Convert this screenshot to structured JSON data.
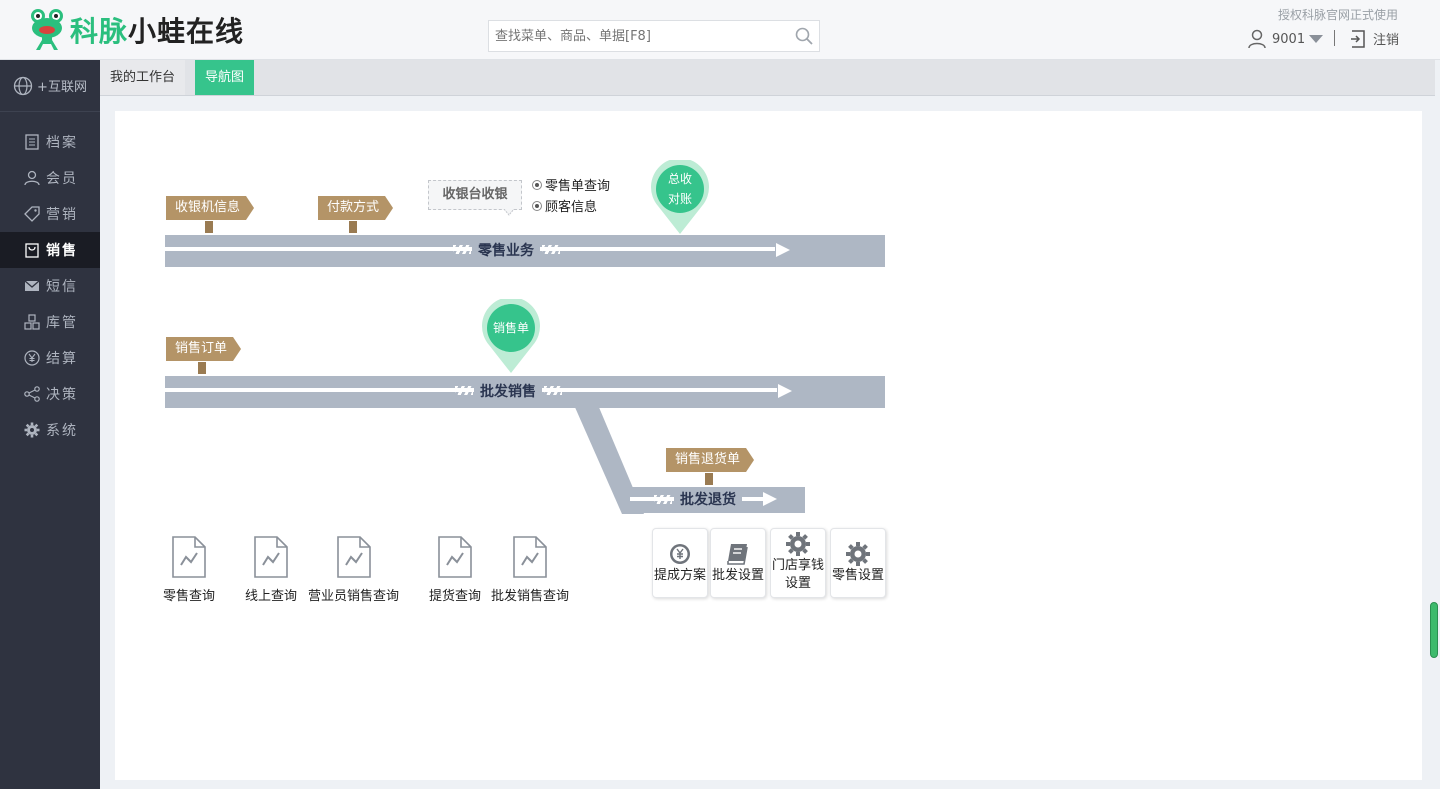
{
  "header": {
    "logo_brand": "科脉",
    "logo_product": "小蛙在线",
    "search_placeholder": "查找菜单、商品、单据[F8]",
    "license_text": "授权科脉官网正式使用",
    "user_id": "9001",
    "logout_label": "注销"
  },
  "sidebar": {
    "top_label": "+互联网",
    "items": [
      {
        "label": "档案",
        "icon": "document-icon"
      },
      {
        "label": "会员",
        "icon": "user-icon"
      },
      {
        "label": "营销",
        "icon": "tag-icon"
      },
      {
        "label": "销售",
        "icon": "bag-icon",
        "active": true
      },
      {
        "label": "短信",
        "icon": "mail-icon"
      },
      {
        "label": "库管",
        "icon": "boxes-icon"
      },
      {
        "label": "结算",
        "icon": "yen-icon"
      },
      {
        "label": "决策",
        "icon": "share-icon"
      },
      {
        "label": "系统",
        "icon": "gear-icon"
      }
    ]
  },
  "tabs": [
    {
      "label": "我的工作台",
      "active": false
    },
    {
      "label": "导航图",
      "active": true
    }
  ],
  "nav": {
    "retail": {
      "road_label": "零售业务",
      "sign_cashier_info": "收银机信息",
      "sign_payment": "付款方式",
      "bubble_cashier": "收银台收银",
      "radio_retail_query": "零售单查询",
      "radio_customer_info": "顾客信息",
      "pin_line1": "总收",
      "pin_line2": "对账"
    },
    "wholesale": {
      "road_label": "批发销售",
      "sign_sales_order": "销售订单",
      "pin_label": "销售单"
    },
    "returns": {
      "road_label": "批发退货",
      "sign_return_order": "销售退货单"
    },
    "queries": [
      {
        "label": "零售查询"
      },
      {
        "label": "线上查询"
      },
      {
        "label": "营业员销售查询"
      },
      {
        "label": "提货查询"
      },
      {
        "label": "批发销售查询"
      }
    ],
    "settings": {
      "commission": "提成方案",
      "wholesale_settings": "批发设置",
      "store_line1": "门店享钱",
      "store_line2": "设置",
      "retail_settings": "零售设置"
    }
  },
  "colors": {
    "brand_green": "#36c48c",
    "sidebar_bg": "#2f3340",
    "road": "#aeb7c4",
    "signpost": "#b49467"
  }
}
